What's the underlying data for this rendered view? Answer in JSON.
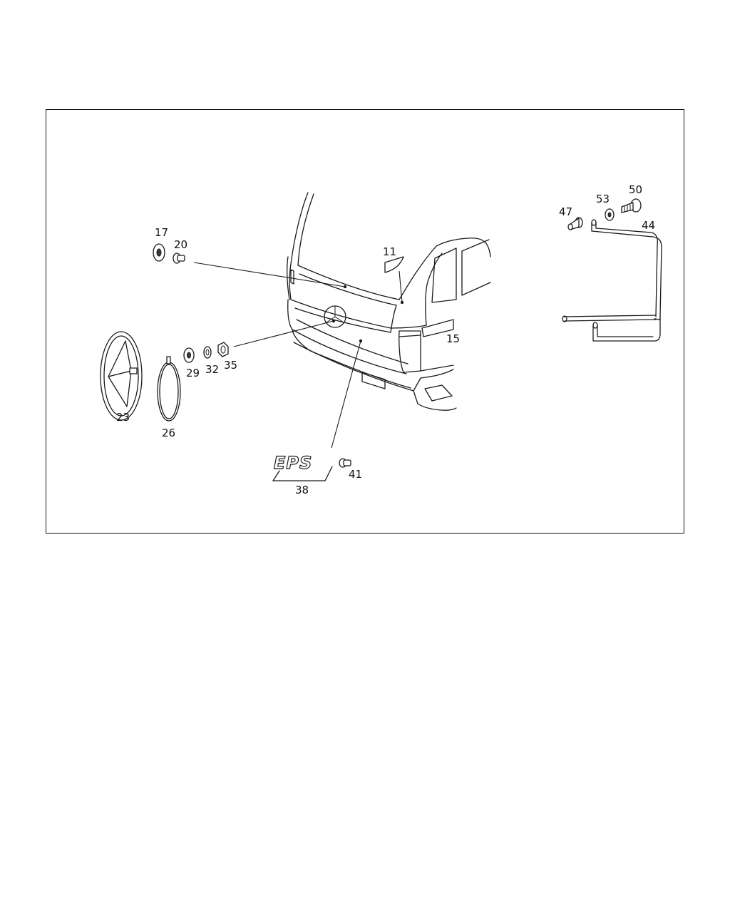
{
  "diagram": {
    "labels": {
      "p11": "11",
      "p15": "15",
      "p17": "17",
      "p20": "20",
      "p23": "23",
      "p26": "26",
      "p29": "29",
      "p32": "32",
      "p35": "35",
      "p38": "38",
      "p41": "41",
      "p44": "44",
      "p47": "47",
      "p50": "50",
      "p53": "53"
    },
    "badge_text": "EPS"
  }
}
